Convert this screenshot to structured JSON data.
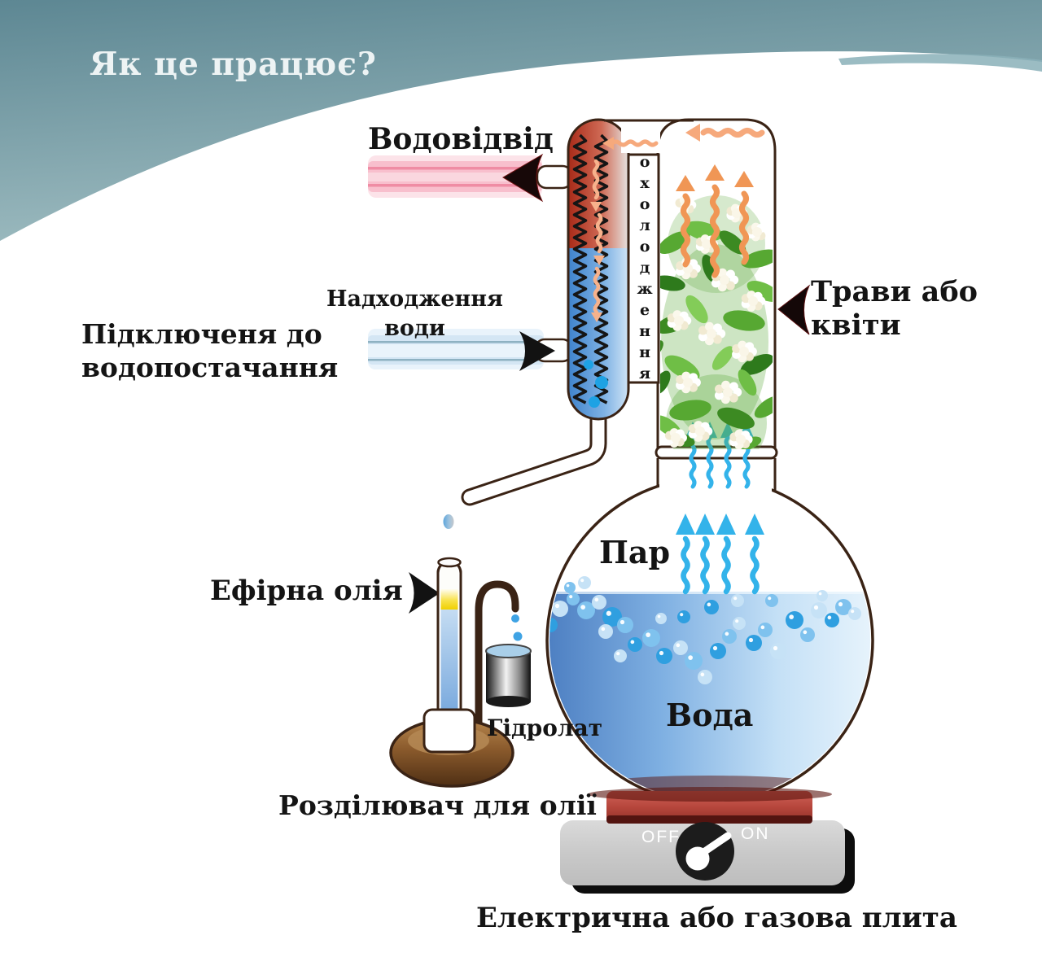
{
  "header": {
    "title": "Як це працює?",
    "teal": "#6a95a0"
  },
  "labels": {
    "drain": "Водовідвід",
    "water_inlet": [
      "Надходження",
      "води"
    ],
    "water_supply": [
      "Підключеня до",
      "водопостачання"
    ],
    "cooling": "охолодження",
    "herbs": [
      "Трави або",
      "квіти"
    ],
    "steam": "Пар",
    "water": "Вода",
    "essential_oil": "Ефірна олія",
    "hydrolat": "Гідролат",
    "oil_separator": "Розділювач для олії",
    "stove": "Електрична або газова плита"
  },
  "stove_switch": {
    "off_label": "OFF",
    "on_label": "ON",
    "state": "ON"
  },
  "colors": {
    "outline_brown": "#3a2315",
    "accent_orange": "#f09655",
    "accent_orange_light": "#f6a97c",
    "condenser_arrow": "#f7b28c",
    "steam_blue": "#33b3ea",
    "drop_blue": "#1ea2e4",
    "pipe_pink": "#ef8ca4",
    "pipe_blue_line": "#8fb2c2",
    "water_dark": "#4d7fc2",
    "oil_yellow": "#f2d400",
    "hotplate_red": "#b6463c",
    "stove_gray": "#c9c9c9"
  }
}
